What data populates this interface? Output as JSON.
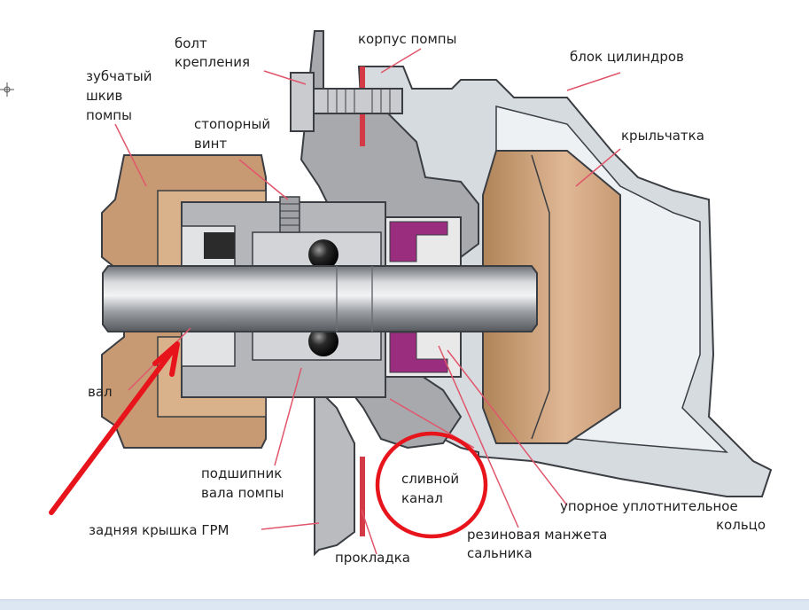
{
  "labels": {
    "bolt": [
      "болт",
      "крепления"
    ],
    "pump_housing": "корпус помпы",
    "cylinder_block": "блок цилиндров",
    "pulley": [
      "зубчатый",
      "шкив",
      "помпы"
    ],
    "set_screw": [
      "стопорный",
      "винт"
    ],
    "impeller": "крыльчатка",
    "shaft": "вал",
    "bearing": [
      "подшипник",
      "вала помпы"
    ],
    "drain_channel": [
      "сливной",
      "канал"
    ],
    "thrust_ring": [
      "упорное уплотнительное",
      "кольцо"
    ],
    "timing_cover": "задняя крышка ГРМ",
    "gasket": "прокладка",
    "rubber_cuff": [
      "резиновая манжета",
      "сальника"
    ]
  },
  "colors": {
    "leader_line": "#e0566b",
    "highlight_red": "#e8141c",
    "bronze": "#c89a73",
    "gray_body": "#a7a9ad",
    "light_gray": "#d6dbe0",
    "seal_purple": "#9b2d7f"
  }
}
